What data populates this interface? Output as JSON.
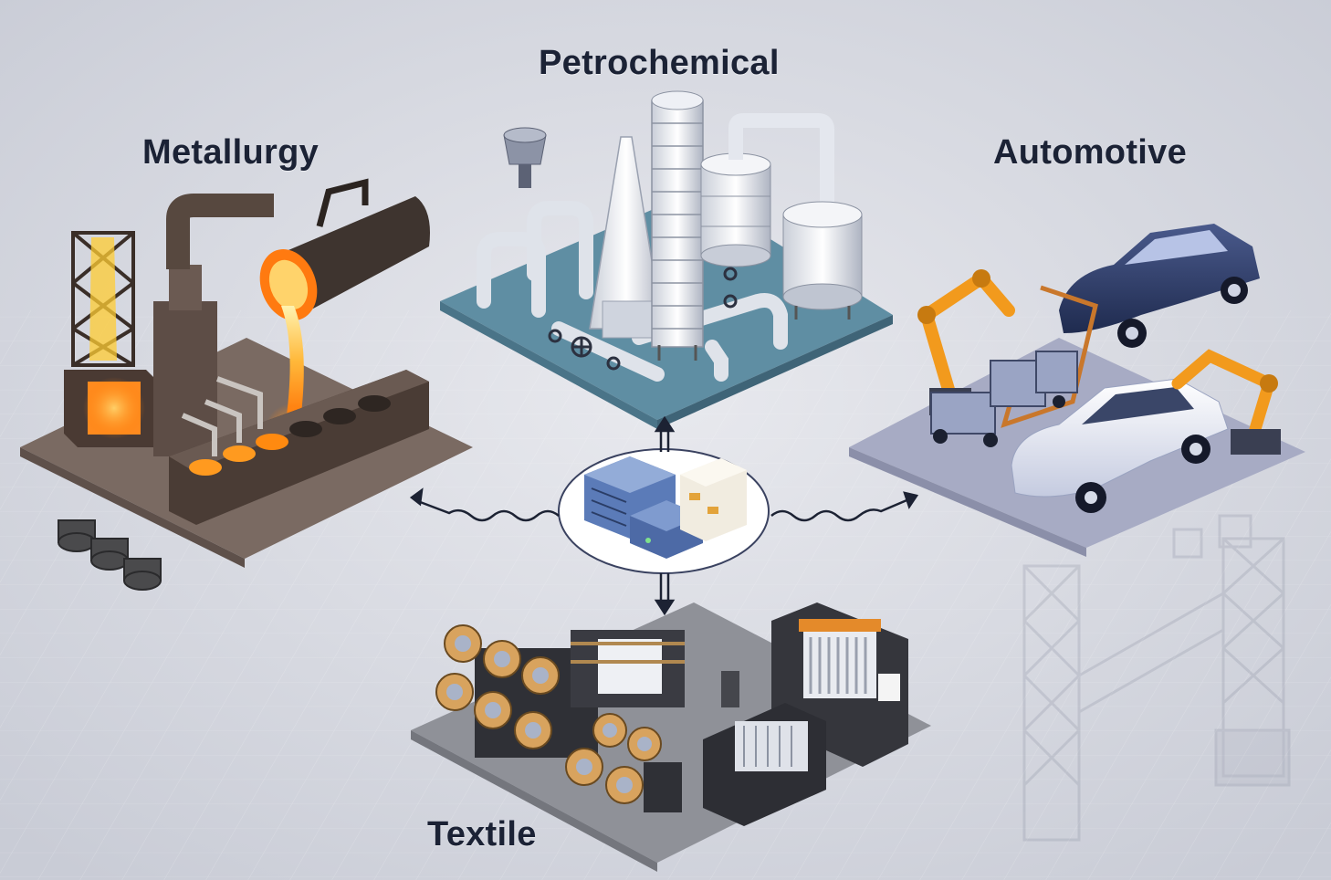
{
  "sectors": {
    "petrochemical": {
      "label": "Petrochemical",
      "icon": "refinery-icon"
    },
    "metallurgy": {
      "label": "Metallurgy",
      "icon": "foundry-icon"
    },
    "automotive": {
      "label": "Automotive",
      "icon": "car-assembly-icon"
    },
    "textile": {
      "label": "Textile",
      "icon": "textile-machinery-icon"
    }
  },
  "hub": {
    "icon": "control-system-icon"
  },
  "colors": {
    "background": "#d9dbe2",
    "petro_platform": "#5f8ea3",
    "metal_platform": "#7a6a62",
    "auto_platform": "#a7abc4",
    "textile_platform": "#8f9198",
    "molten_metal": "#ff9a1f",
    "robot_arm": "#f29a1d",
    "car_body": "#2f3d66",
    "arrow": "#1c2233"
  }
}
